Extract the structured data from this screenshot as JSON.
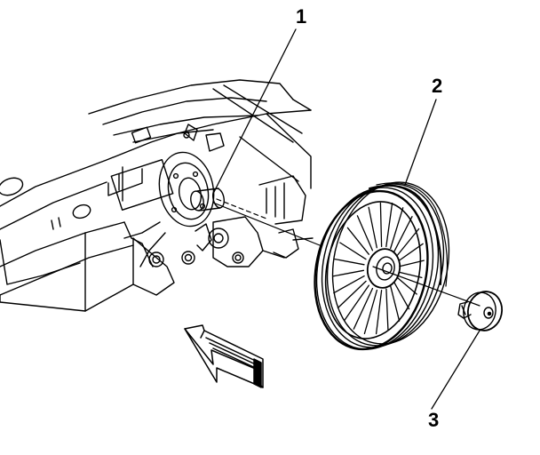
{
  "callouts": {
    "one": "1",
    "two": "2",
    "three": "3"
  },
  "parts": [
    {
      "id": "1",
      "part": "crankshaft-hub"
    },
    {
      "id": "2",
      "part": "pulley"
    },
    {
      "id": "3",
      "part": "bolt"
    }
  ],
  "colors": {
    "line": "#000000",
    "background": "#ffffff"
  }
}
